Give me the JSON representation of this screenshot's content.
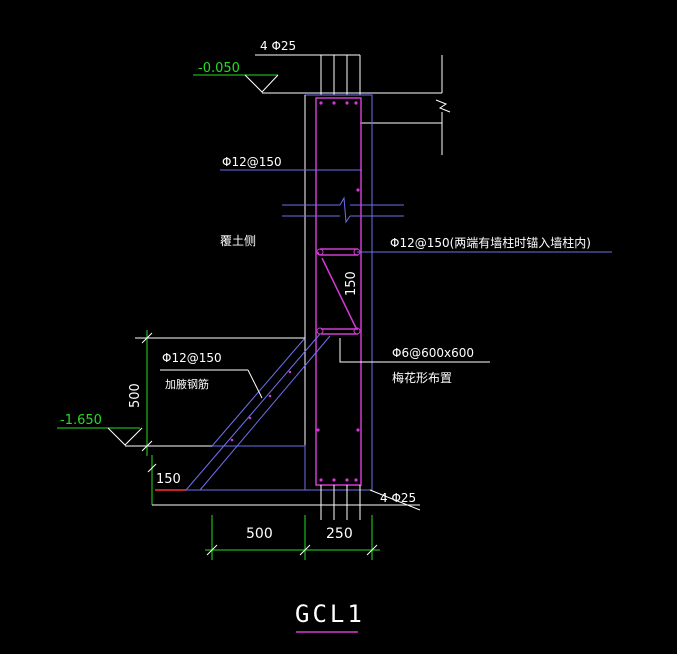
{
  "drawing": {
    "title": "GCL1",
    "background": "#000000",
    "colors": {
      "white": "#ffffff",
      "blue": "#6e6ef0",
      "magenta": "#d13ad1",
      "green": "#22dd22",
      "red": "#ff3030",
      "cyan": "#33cccc"
    },
    "labels": {
      "top_bars": "4 Φ25",
      "bottom_bars": "4 Φ25",
      "elev_top": "-0.050",
      "elev_bottom": "-1.650",
      "stirrup_vertical": "Φ12@150",
      "stirrup_horizontal": "Φ12@150(两端有墙柱时锚入墙柱内)",
      "soil_side": "覆土侧",
      "haunch_bar": "Φ12@150",
      "haunch_bar_note": "加腋钢筋",
      "tie_bar": "Φ6@600x600",
      "tie_bar_note": "梅花形布置",
      "dim_150_vertical": "150",
      "dim_500_vertical": "500",
      "dim_150_bottom": "150",
      "dim_500_horizontal": "500",
      "dim_250_horizontal": "250"
    }
  }
}
